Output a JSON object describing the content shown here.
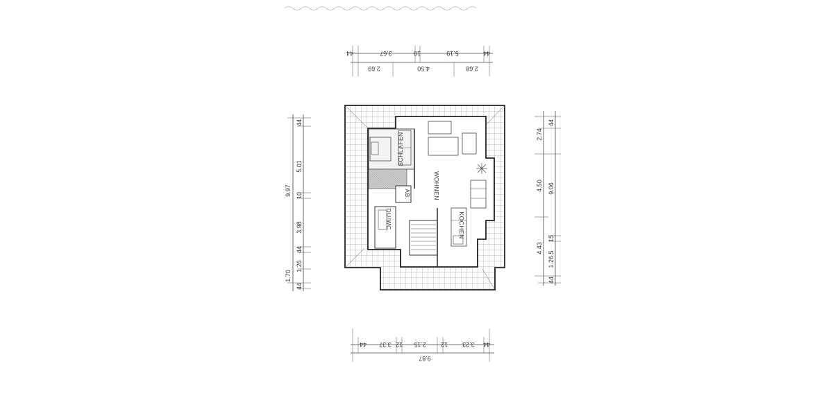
{
  "top_dimensions": {
    "upper_row": [
      "44",
      "3.67",
      "10",
      "5.19",
      "44"
    ],
    "lower_row": [
      "2.69",
      "4.50",
      "2.68"
    ]
  },
  "bottom_dimensions": {
    "segments": [
      "44",
      "3.37",
      "12",
      "2.15",
      "12",
      "3.23",
      "44"
    ],
    "total": "9.87"
  },
  "left_dimensions": {
    "total": "9.97",
    "segments": [
      "44",
      "5.01",
      "10",
      "3.98",
      "44",
      "1.26",
      "1.70",
      "44"
    ]
  },
  "right_dimensions": {
    "segments": [
      "44",
      "2.74",
      "4.50",
      "4.43",
      "15",
      "1.26.5",
      "44"
    ],
    "total": "9.06"
  },
  "rooms": {
    "schlafen": "SCHLAFEN",
    "wohnen": "WOHNEN",
    "kochen": "KOCHEN",
    "abst": "AB.",
    "dusche_wc": "DU/WC"
  }
}
